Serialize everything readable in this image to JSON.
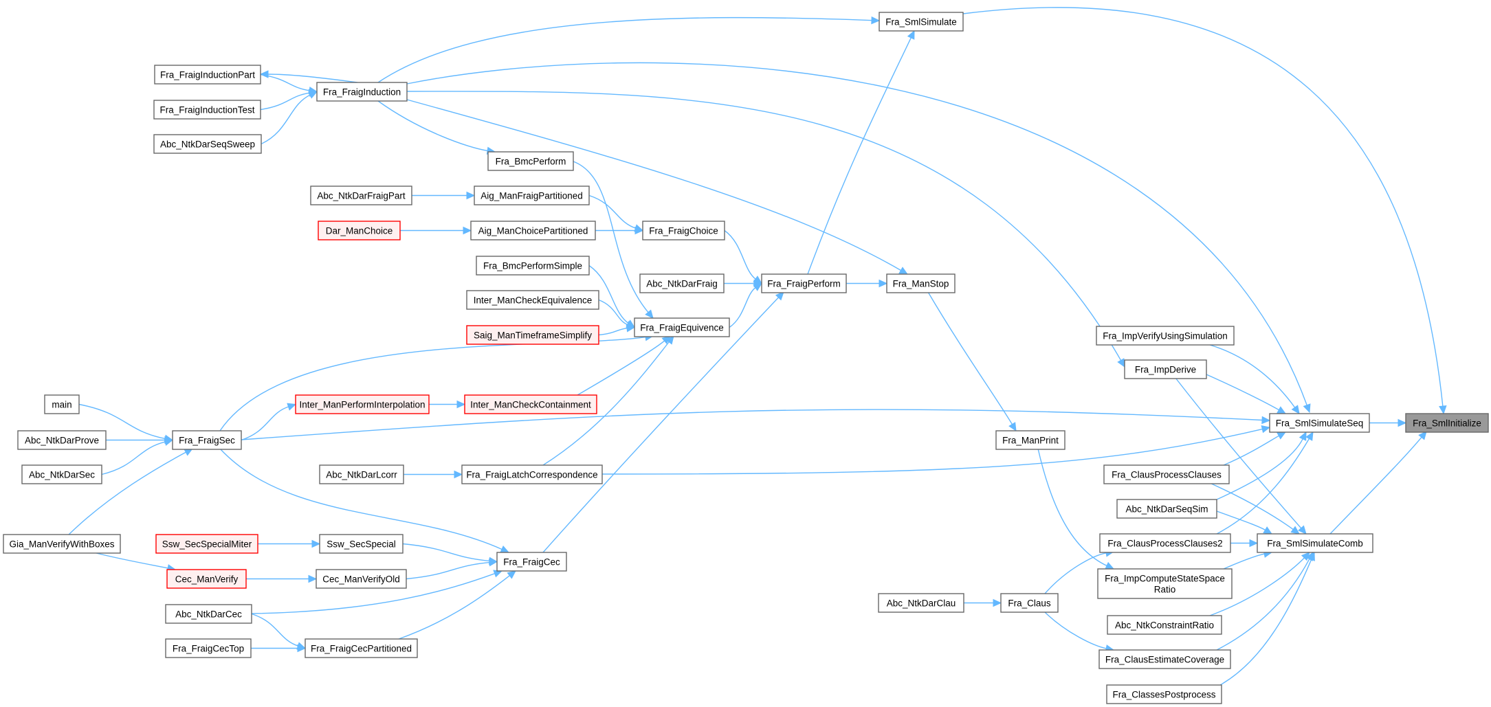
{
  "title": "Fra_SmlInitialize caller graph",
  "colors": {
    "edge": "#63b8ff",
    "node_border": "#666666",
    "node_fill": "#ffffff",
    "red_border": "#ff0000",
    "red_fill": "#fff0f0",
    "current_fill": "#999999"
  },
  "nodes": [
    {
      "id": "Fra_SmlInitialize",
      "label": [
        "Fra_SmlInitialize"
      ],
      "style": "current"
    },
    {
      "id": "Fra_SmlSimulateSeq",
      "label": [
        "Fra_SmlSimulateSeq"
      ],
      "style": "normal"
    },
    {
      "id": "Fra_SmlSimulateComb",
      "label": [
        "Fra_SmlSimulateComb"
      ],
      "style": "normal"
    },
    {
      "id": "Fra_SmlSimulate",
      "label": [
        "Fra_SmlSimulate"
      ],
      "style": "normal"
    },
    {
      "id": "Fra_FraigInduction",
      "label": [
        "Fra_FraigInduction"
      ],
      "style": "normal"
    },
    {
      "id": "Fra_FraigInductionPart",
      "label": [
        "Fra_FraigInductionPart"
      ],
      "style": "normal"
    },
    {
      "id": "Fra_FraigInductionTest",
      "label": [
        "Fra_FraigInductionTest"
      ],
      "style": "normal"
    },
    {
      "id": "Abc_NtkDarSeqSweep",
      "label": [
        "Abc_NtkDarSeqSweep"
      ],
      "style": "normal"
    },
    {
      "id": "Fra_BmcPerform",
      "label": [
        "Fra_BmcPerform"
      ],
      "style": "normal"
    },
    {
      "id": "Abc_NtkDarFraigPart",
      "label": [
        "Abc_NtkDarFraigPart"
      ],
      "style": "normal"
    },
    {
      "id": "Aig_ManFraigPartitioned",
      "label": [
        "Aig_ManFraigPartitioned"
      ],
      "style": "normal"
    },
    {
      "id": "Dar_ManChoice",
      "label": [
        "Dar_ManChoice"
      ],
      "style": "red"
    },
    {
      "id": "Aig_ManChoicePartitioned",
      "label": [
        "Aig_ManChoicePartitioned"
      ],
      "style": "normal"
    },
    {
      "id": "Fra_FraigChoice",
      "label": [
        "Fra_FraigChoice"
      ],
      "style": "normal"
    },
    {
      "id": "Fra_BmcPerformSimple",
      "label": [
        "Fra_BmcPerformSimple"
      ],
      "style": "normal"
    },
    {
      "id": "Abc_NtkDarFraig",
      "label": [
        "Abc_NtkDarFraig"
      ],
      "style": "normal"
    },
    {
      "id": "Fra_FraigPerform",
      "label": [
        "Fra_FraigPerform"
      ],
      "style": "normal"
    },
    {
      "id": "Fra_ManStop",
      "label": [
        "Fra_ManStop"
      ],
      "style": "normal"
    },
    {
      "id": "Inter_ManCheckEquivalence",
      "label": [
        "Inter_ManCheckEquivalence"
      ],
      "style": "normal"
    },
    {
      "id": "Fra_FraigEquivence",
      "label": [
        "Fra_FraigEquivence"
      ],
      "style": "normal"
    },
    {
      "id": "Saig_ManTimeframeSimplify",
      "label": [
        "Saig_ManTimeframeSimplify"
      ],
      "style": "red"
    },
    {
      "id": "Fra_ImpVerifyUsingSimulation",
      "label": [
        "Fra_ImpVerifyUsingSimulation"
      ],
      "style": "normal"
    },
    {
      "id": "Fra_ImpDerive",
      "label": [
        "Fra_ImpDerive"
      ],
      "style": "normal"
    },
    {
      "id": "Inter_ManPerformInterpolation",
      "label": [
        "Inter_ManPerformInterpolation"
      ],
      "style": "red"
    },
    {
      "id": "Inter_ManCheckContainment",
      "label": [
        "Inter_ManCheckContainment"
      ],
      "style": "red"
    },
    {
      "id": "main",
      "label": [
        "main"
      ],
      "style": "normal"
    },
    {
      "id": "Abc_NtkDarProve",
      "label": [
        "Abc_NtkDarProve"
      ],
      "style": "normal"
    },
    {
      "id": "Fra_FraigSec",
      "label": [
        "Fra_FraigSec"
      ],
      "style": "normal"
    },
    {
      "id": "Abc_NtkDarSec",
      "label": [
        "Abc_NtkDarSec"
      ],
      "style": "normal"
    },
    {
      "id": "Abc_NtkDarLcorr",
      "label": [
        "Abc_NtkDarLcorr"
      ],
      "style": "normal"
    },
    {
      "id": "Fra_FraigLatchCorrespondence",
      "label": [
        "Fra_FraigLatchCorrespondence"
      ],
      "style": "normal"
    },
    {
      "id": "Fra_ManPrint",
      "label": [
        "Fra_ManPrint"
      ],
      "style": "normal"
    },
    {
      "id": "Fra_ClausProcessClauses",
      "label": [
        "Fra_ClausProcessClauses"
      ],
      "style": "normal"
    },
    {
      "id": "Abc_NtkDarSeqSim",
      "label": [
        "Abc_NtkDarSeqSim"
      ],
      "style": "normal"
    },
    {
      "id": "Gia_ManVerifyWithBoxes",
      "label": [
        "Gia_ManVerifyWithBoxes"
      ],
      "style": "normal"
    },
    {
      "id": "Ssw_SecSpecialMiter",
      "label": [
        "Ssw_SecSpecialMiter"
      ],
      "style": "red"
    },
    {
      "id": "Ssw_SecSpecial",
      "label": [
        "Ssw_SecSpecial"
      ],
      "style": "normal"
    },
    {
      "id": "Fra_ClausProcessClauses2",
      "label": [
        "Fra_ClausProcessClauses2"
      ],
      "style": "normal"
    },
    {
      "id": "Fra_FraigCec",
      "label": [
        "Fra_FraigCec"
      ],
      "style": "normal"
    },
    {
      "id": "Cec_ManVerify",
      "label": [
        "Cec_ManVerify"
      ],
      "style": "red"
    },
    {
      "id": "Cec_ManVerifyOld",
      "label": [
        "Cec_ManVerifyOld"
      ],
      "style": "normal"
    },
    {
      "id": "Fra_ImpComputeStateSpaceRatio",
      "label": [
        "Fra_ImpComputeStateSpace",
        "Ratio"
      ],
      "style": "normal"
    },
    {
      "id": "Abc_NtkDarCec",
      "label": [
        "Abc_NtkDarCec"
      ],
      "style": "normal"
    },
    {
      "id": "Abc_NtkDarClau",
      "label": [
        "Abc_NtkDarClau"
      ],
      "style": "normal"
    },
    {
      "id": "Fra_Claus",
      "label": [
        "Fra_Claus"
      ],
      "style": "normal"
    },
    {
      "id": "Abc_NtkConstraintRatio",
      "label": [
        "Abc_NtkConstraintRatio"
      ],
      "style": "normal"
    },
    {
      "id": "Fra_FraigCecTop",
      "label": [
        "Fra_FraigCecTop"
      ],
      "style": "normal"
    },
    {
      "id": "Fra_FraigCecPartitioned",
      "label": [
        "Fra_FraigCecPartitioned"
      ],
      "style": "normal"
    },
    {
      "id": "Fra_ClausEstimateCoverage",
      "label": [
        "Fra_ClausEstimateCoverage"
      ],
      "style": "normal"
    },
    {
      "id": "Fra_ClassesPostprocess",
      "label": [
        "Fra_ClassesPostprocess"
      ],
      "style": "normal"
    }
  ],
  "edges": [
    [
      "Fra_FraigInductionPart",
      "Fra_FraigInduction"
    ],
    [
      "Fra_FraigInduction",
      "Fra_FraigInductionPart"
    ],
    [
      "Fra_FraigInductionTest",
      "Fra_FraigInduction"
    ],
    [
      "Abc_NtkDarSeqSweep",
      "Fra_FraigInduction"
    ],
    [
      "Fra_FraigInduction",
      "Fra_SmlSimulate"
    ],
    [
      "Fra_FraigInduction",
      "Fra_SmlSimulateSeq"
    ],
    [
      "Fra_FraigInduction",
      "Fra_ImpDerive"
    ],
    [
      "Fra_FraigInduction",
      "Fra_ManStop"
    ],
    [
      "Fra_FraigInduction",
      "Fra_BmcPerform"
    ],
    [
      "Fra_BmcPerform",
      "Fra_FraigEquivence"
    ],
    [
      "Abc_NtkDarFraigPart",
      "Aig_ManFraigPartitioned"
    ],
    [
      "Aig_ManFraigPartitioned",
      "Fra_FraigChoice"
    ],
    [
      "Dar_ManChoice",
      "Aig_ManChoicePartitioned"
    ],
    [
      "Aig_ManChoicePartitioned",
      "Fra_FraigChoice"
    ],
    [
      "Fra_FraigChoice",
      "Fra_FraigPerform"
    ],
    [
      "Fra_BmcPerformSimple",
      "Fra_FraigEquivence"
    ],
    [
      "Inter_ManCheckEquivalence",
      "Fra_FraigEquivence"
    ],
    [
      "Saig_ManTimeframeSimplify",
      "Fra_FraigEquivence"
    ],
    [
      "Abc_NtkDarFraig",
      "Fra_FraigPerform"
    ],
    [
      "Fra_FraigEquivence",
      "Fra_FraigPerform"
    ],
    [
      "Fra_FraigPerform",
      "Fra_ManStop"
    ],
    [
      "Fra_FraigPerform",
      "Fra_SmlSimulate"
    ],
    [
      "Fra_ManStop",
      "Fra_ManPrint"
    ],
    [
      "Fra_SmlSimulate",
      "Fra_SmlInitialize"
    ],
    [
      "Fra_FraigSec",
      "Fra_FraigEquivence"
    ],
    [
      "Inter_ManCheckContainment",
      "Fra_FraigEquivence"
    ],
    [
      "Fra_FraigLatchCorrespondence",
      "Fra_FraigEquivence"
    ],
    [
      "main",
      "Fra_FraigSec"
    ],
    [
      "Abc_NtkDarProve",
      "Fra_FraigSec"
    ],
    [
      "Abc_NtkDarSec",
      "Fra_FraigSec"
    ],
    [
      "Gia_ManVerifyWithBoxes",
      "Fra_FraigSec"
    ],
    [
      "Fra_FraigSec",
      "Inter_ManPerformInterpolation"
    ],
    [
      "Inter_ManPerformInterpolation",
      "Inter_ManCheckContainment"
    ],
    [
      "Fra_FraigSec",
      "Fra_SmlSimulateSeq"
    ],
    [
      "Fra_FraigSec",
      "Fra_FraigCec"
    ],
    [
      "Abc_NtkDarLcorr",
      "Fra_FraigLatchCorrespondence"
    ],
    [
      "Fra_FraigLatchCorrespondence",
      "Fra_SmlSimulateSeq"
    ],
    [
      "Gia_ManVerifyWithBoxes",
      "Cec_ManVerify"
    ],
    [
      "Ssw_SecSpecialMiter",
      "Ssw_SecSpecial"
    ],
    [
      "Ssw_SecSpecial",
      "Fra_FraigCec"
    ],
    [
      "Cec_ManVerify",
      "Cec_ManVerifyOld"
    ],
    [
      "Cec_ManVerifyOld",
      "Fra_FraigCec"
    ],
    [
      "Abc_NtkDarCec",
      "Fra_FraigCec"
    ],
    [
      "Abc_NtkDarCec",
      "Fra_FraigCecPartitioned"
    ],
    [
      "Fra_FraigCecTop",
      "Fra_FraigCecPartitioned"
    ],
    [
      "Fra_FraigCecPartitioned",
      "Fra_FraigCec"
    ],
    [
      "Fra_FraigCec",
      "Fra_FraigPerform"
    ],
    [
      "Fra_ImpVerifyUsingSimulation",
      "Fra_SmlSimulateSeq"
    ],
    [
      "Fra_ImpDerive",
      "Fra_SmlSimulateSeq"
    ],
    [
      "Fra_ImpDerive",
      "Fra_SmlSimulateComb"
    ],
    [
      "Fra_ManPrint",
      "Fra_ImpComputeStateSpaceRatio"
    ],
    [
      "Fra_ClausProcessClauses",
      "Fra_SmlSimulateSeq"
    ],
    [
      "Fra_ClausProcessClauses",
      "Fra_SmlSimulateComb"
    ],
    [
      "Abc_NtkDarSeqSim",
      "Fra_SmlSimulateSeq"
    ],
    [
      "Abc_NtkDarSeqSim",
      "Fra_SmlSimulateComb"
    ],
    [
      "Fra_ClausProcessClauses2",
      "Fra_SmlSimulateSeq"
    ],
    [
      "Fra_ClausProcessClauses2",
      "Fra_SmlSimulateComb"
    ],
    [
      "Fra_ImpComputeStateSpaceRatio",
      "Fra_SmlSimulateComb"
    ],
    [
      "Abc_NtkDarClau",
      "Fra_Claus"
    ],
    [
      "Fra_Claus",
      "Fra_ClausProcessClauses2"
    ],
    [
      "Fra_Claus",
      "Fra_ClausEstimateCoverage"
    ],
    [
      "Abc_NtkConstraintRatio",
      "Fra_SmlSimulateComb"
    ],
    [
      "Fra_ClausEstimateCoverage",
      "Fra_SmlSimulateComb"
    ],
    [
      "Fra_ClassesPostprocess",
      "Fra_SmlSimulateComb"
    ],
    [
      "Fra_SmlSimulateSeq",
      "Fra_SmlInitialize"
    ],
    [
      "Fra_SmlSimulateComb",
      "Fra_SmlInitialize"
    ]
  ]
}
